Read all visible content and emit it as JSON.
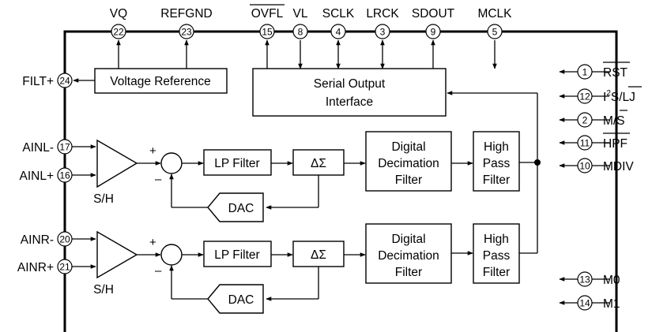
{
  "top_pins": [
    {
      "name": "VQ",
      "num": "22"
    },
    {
      "name": "REFGND",
      "num": "23"
    },
    {
      "name": "OVFL",
      "num": "15"
    },
    {
      "name": "VL",
      "num": "8"
    },
    {
      "name": "SCLK",
      "num": "4"
    },
    {
      "name": "LRCK",
      "num": "3"
    },
    {
      "name": "SDOUT",
      "num": "9"
    },
    {
      "name": "MCLK",
      "num": "5"
    }
  ],
  "left_pins": [
    {
      "name": "FILT+",
      "num": "24"
    },
    {
      "name": "AINL-",
      "num": "17"
    },
    {
      "name": "AINL+",
      "num": "16"
    },
    {
      "name": "AINR-",
      "num": "20"
    },
    {
      "name": "AINR+",
      "num": "21"
    }
  ],
  "right_pins": [
    {
      "name": "RST",
      "num": "1"
    },
    {
      "name_i": "I",
      "name_sup": "2",
      "name_s": "S/",
      "name_lj": "LJ",
      "num": "12"
    },
    {
      "name_m": "M/",
      "name_s": "S",
      "num": "2"
    },
    {
      "name": "HPF",
      "num": "11"
    },
    {
      "name": "MDIV",
      "num": "10"
    },
    {
      "name": "M0",
      "num": "13"
    },
    {
      "name": "M1",
      "num": "14"
    }
  ],
  "blocks": {
    "voltage_reference": "Voltage Reference",
    "serial_output_line1": "Serial Output",
    "serial_output_line2": "Interface",
    "lp_filter": "LP Filter",
    "delta_sigma": "ΔΣ",
    "digital_line1": "Digital",
    "digital_line2": "Decimation",
    "digital_line3": "Filter",
    "hpf_line1": "High",
    "hpf_line2": "Pass",
    "hpf_line3": "Filter",
    "dac": "DAC",
    "sh": "S/H",
    "plus": "+",
    "minus": "–"
  }
}
